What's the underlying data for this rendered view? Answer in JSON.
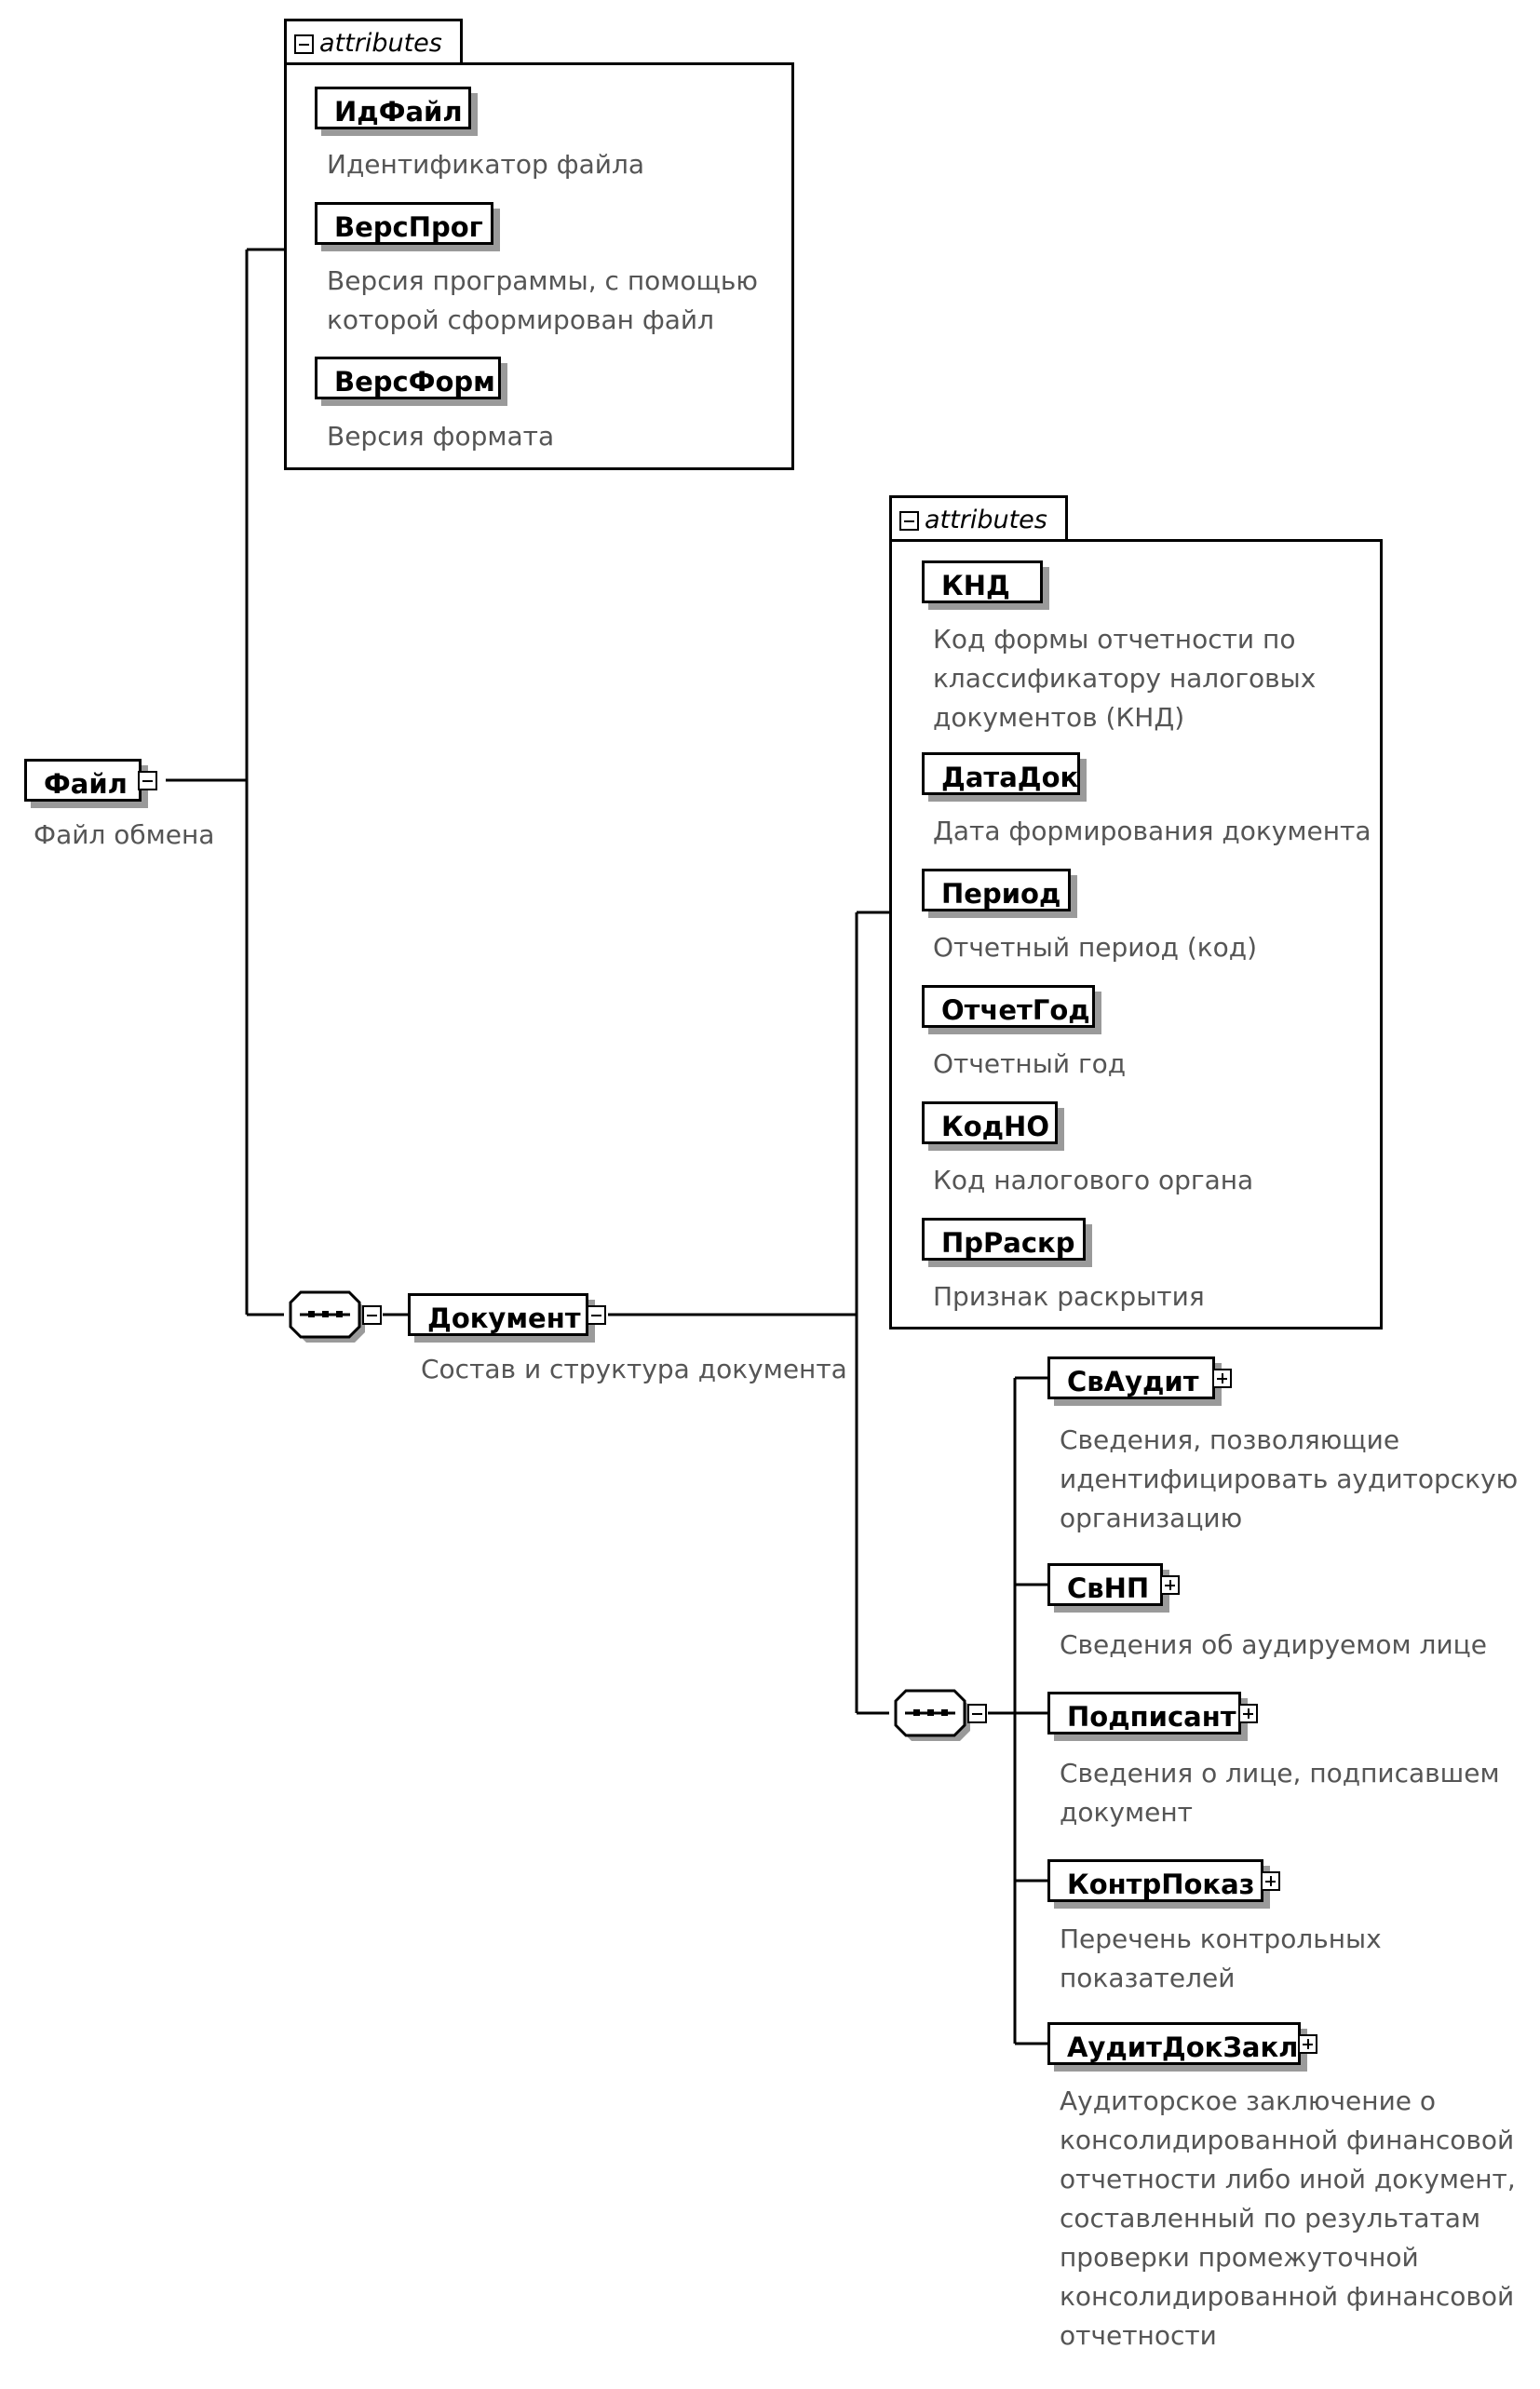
{
  "attributes_label": "attributes",
  "root": {
    "name": "Файл",
    "annotation": "Файл обмена"
  },
  "root_attributes": [
    {
      "name": "ИдФайл",
      "annotation": [
        "Идентификатор файла"
      ]
    },
    {
      "name": "ВерсПрог",
      "annotation": [
        "Версия программы, с помощью",
        "которой сформирован файл"
      ]
    },
    {
      "name": "ВерсФорм",
      "annotation": [
        "Версия формата"
      ]
    }
  ],
  "document": {
    "name": "Документ",
    "annotation": "Состав и структура документа"
  },
  "document_attributes": [
    {
      "name": "КНД",
      "annotation": [
        "Код формы отчетности по",
        "классификатору налоговых",
        "документов (КНД)"
      ]
    },
    {
      "name": "ДатаДок",
      "annotation": [
        "Дата формирования документа"
      ]
    },
    {
      "name": "Период",
      "annotation": [
        "Отчетный период (код)"
      ]
    },
    {
      "name": "ОтчетГод",
      "annotation": [
        "Отчетный год"
      ]
    },
    {
      "name": "КодНО",
      "annotation": [
        "Код налогового органа"
      ]
    },
    {
      "name": "ПрРаскр",
      "annotation": [
        "Признак раскрытия"
      ]
    }
  ],
  "document_children": [
    {
      "name": "СвАудит",
      "annotation": [
        "Сведения, позволяющие",
        "идентифицировать аудиторскую",
        "организацию"
      ]
    },
    {
      "name": "СвНП",
      "annotation": [
        "Сведения об аудируемом лице"
      ]
    },
    {
      "name": "Подписант",
      "annotation": [
        "Сведения о лице, подписавшем",
        "документ"
      ]
    },
    {
      "name": "КонтрПоказ",
      "annotation": [
        "Перечень контрольных",
        "показателей"
      ]
    },
    {
      "name": "АудитДокЗакл",
      "annotation": [
        "Аудиторское заключение о",
        "консолидированной финансовой",
        "отчетности либо иной документ,",
        "составленный по результатам",
        "проверки промежуточной",
        "консолидированной финансовой",
        "отчетности"
      ]
    }
  ]
}
